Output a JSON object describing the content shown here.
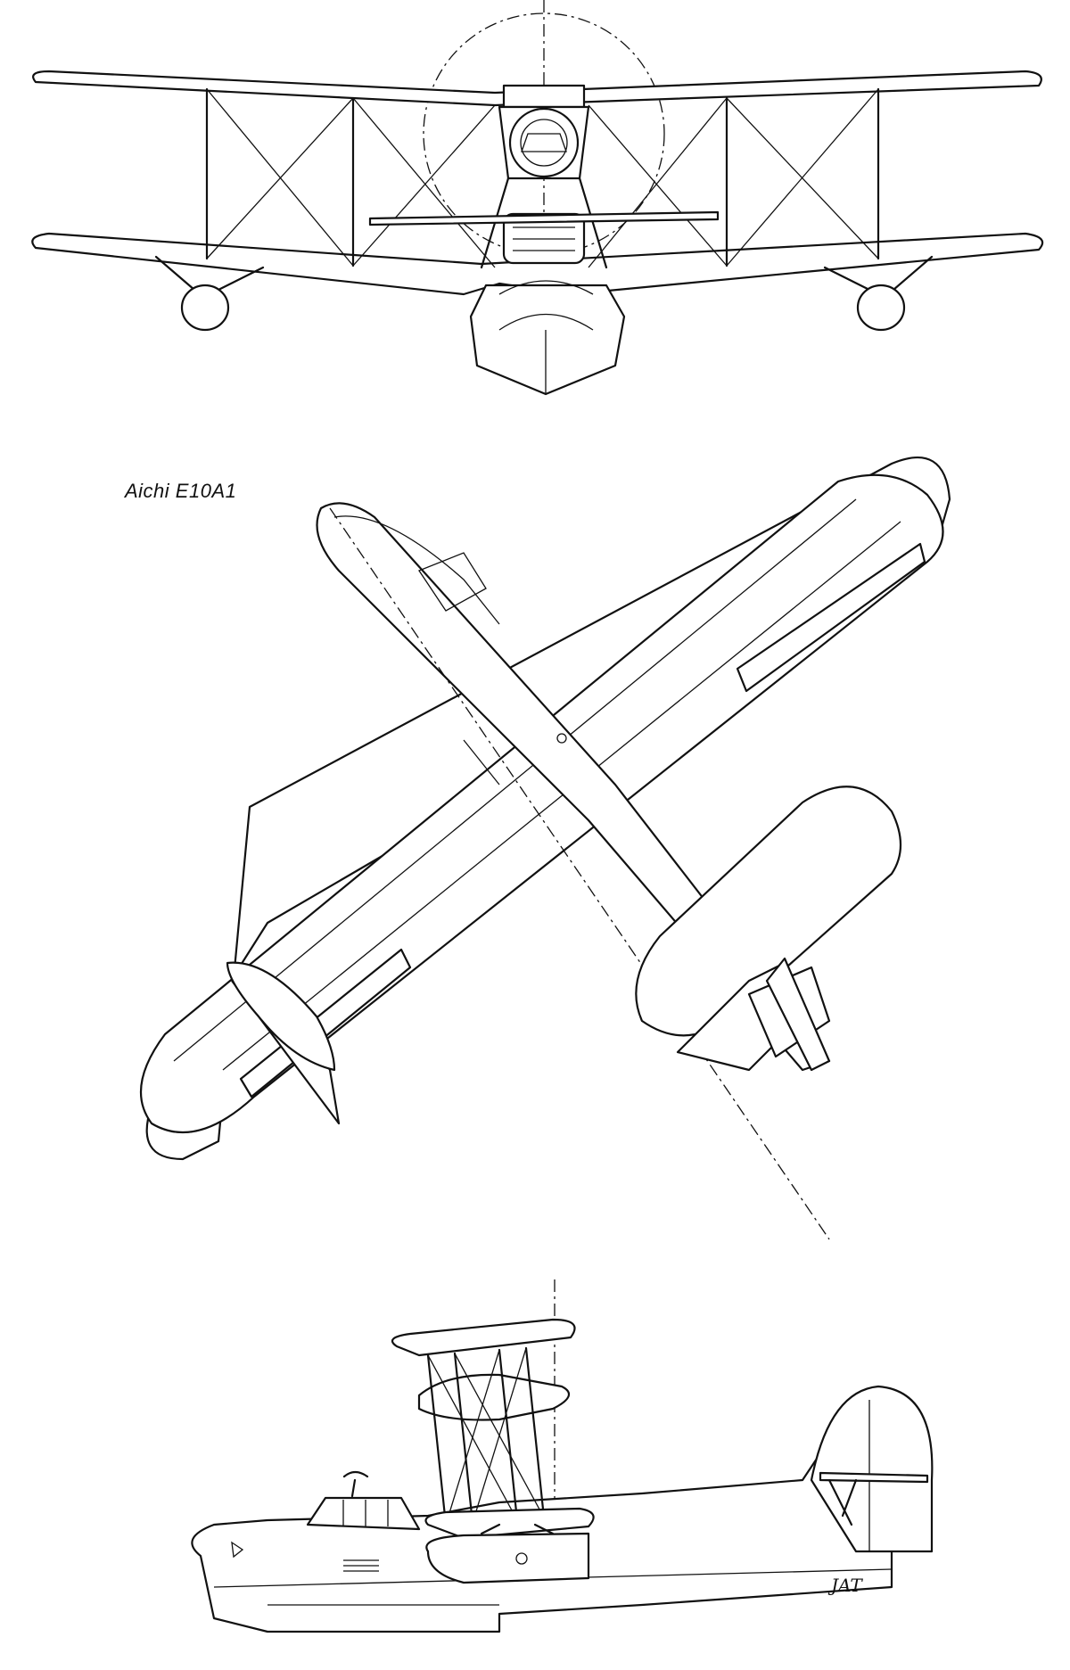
{
  "caption": {
    "title": "Aichi E10A1"
  },
  "signature": {
    "initials": "JAT"
  },
  "views": {
    "front": "front-view-drawing",
    "top": "plan-view-drawing",
    "side": "side-view-drawing"
  },
  "colors": {
    "ink": "#111111",
    "paper": "#ffffff"
  }
}
